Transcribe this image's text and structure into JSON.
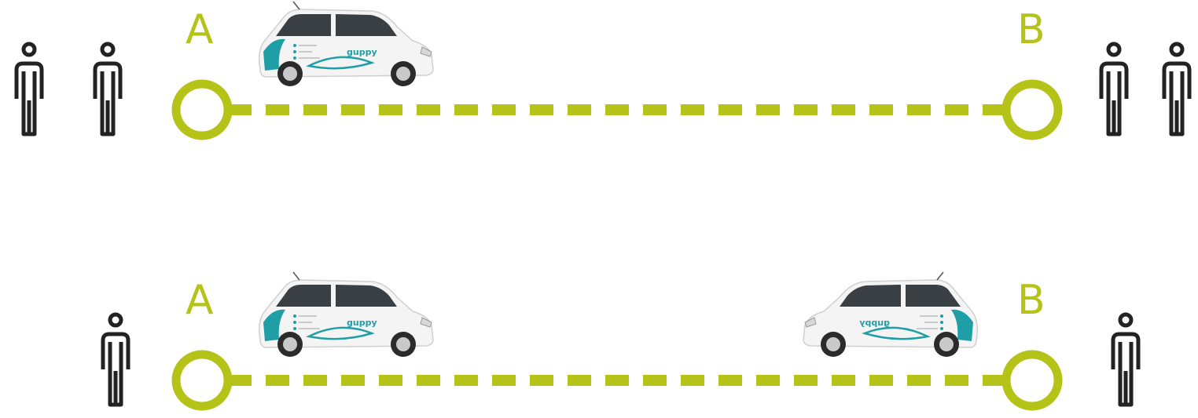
{
  "colors": {
    "accent": "#b5c318",
    "person": "#222222",
    "teal": "#1f9ea6",
    "car_body": "#f4f4f4"
  },
  "car_brand": "guppy",
  "rows": [
    {
      "start_label": "A",
      "end_label": "B",
      "people_at_start": 2,
      "people_at_end": 2,
      "cars": [
        {
          "at": "A",
          "facing": "right"
        }
      ]
    },
    {
      "start_label": "A",
      "end_label": "B",
      "people_at_start": 1,
      "people_at_end": 1,
      "cars": [
        {
          "at": "A",
          "facing": "right"
        },
        {
          "at": "B",
          "facing": "left"
        }
      ]
    }
  ]
}
